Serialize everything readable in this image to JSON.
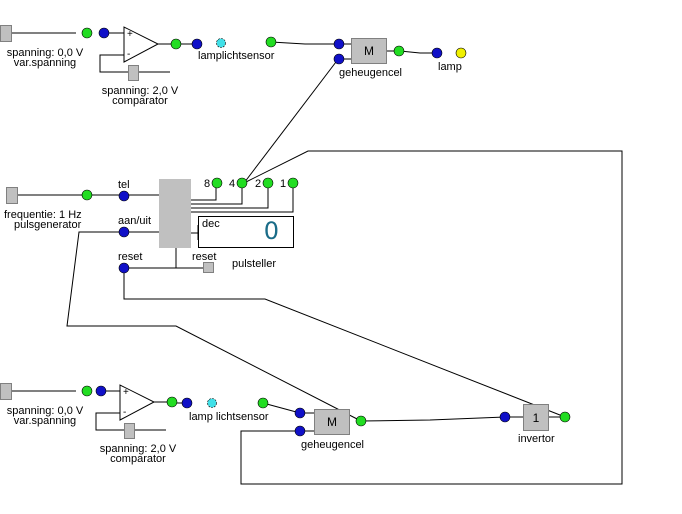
{
  "colors": {
    "output_node": "#22dd22",
    "input_node": "#1010c8",
    "sensor_node": "#40e0e8",
    "lamp_off": "#f0f000",
    "block_fill": "#c0c0c0",
    "display_digit": "#1a6c88"
  },
  "top_circuit": {
    "var_spanning": {
      "value_label": "spanning: 0,0 V",
      "name": "var.spanning"
    },
    "comparator": {
      "value_label": "spanning: 2,0 V",
      "name": "comparator",
      "plus": "+",
      "minus": "-"
    },
    "lichtsensor": {
      "name": "lamplichtsensor"
    },
    "geheugencel": {
      "symbol": "M",
      "name": "geheugencel"
    },
    "lamp": {
      "name": "lamp"
    }
  },
  "pulse_section": {
    "pulsgenerator": {
      "value_label": "frequentie:  1 Hz",
      "name": "pulsgenerator"
    },
    "pulsteller": {
      "name": "pulsteller",
      "inputs": {
        "tel": "tel",
        "aan_uit": "aan/uit",
        "reset": "reset"
      },
      "reset_button": "reset",
      "bits": [
        "8",
        "4",
        "2",
        "1"
      ],
      "display": {
        "label": "dec",
        "value": "0"
      }
    }
  },
  "bottom_circuit": {
    "var_spanning": {
      "value_label": "spanning: 0,0 V",
      "name": "var.spanning"
    },
    "comparator": {
      "value_label": "spanning: 2,0 V",
      "name": "comparator",
      "plus": "+",
      "minus": "-"
    },
    "lichtsensor": {
      "name": "lamp lichtsensor"
    },
    "geheugencel": {
      "symbol": "M",
      "name": "geheugencel"
    },
    "invertor": {
      "symbol": "1",
      "name": "invertor"
    }
  }
}
